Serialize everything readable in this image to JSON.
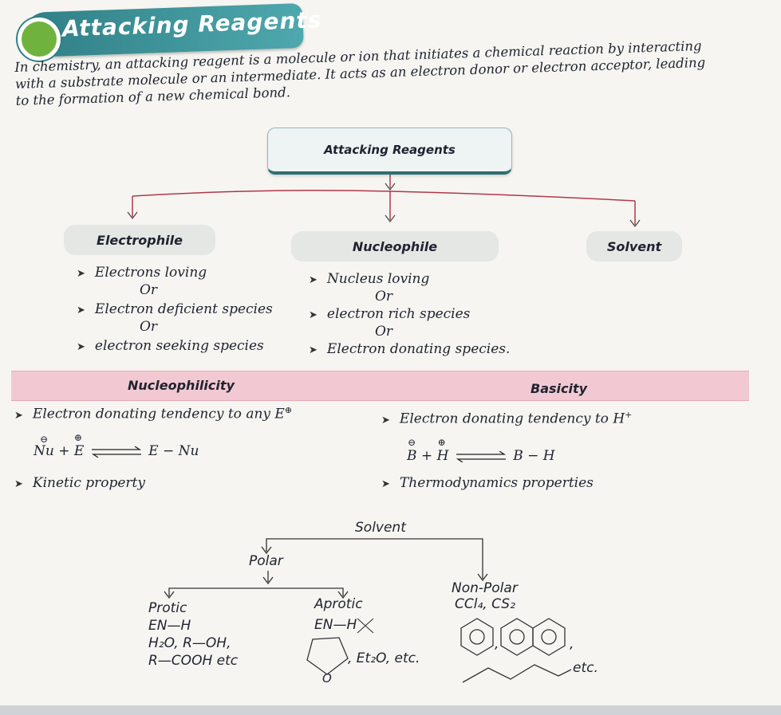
{
  "header": {
    "title": "Attacking Reagents"
  },
  "intro": {
    "line1": "In chemistry, an attacking reagent is a molecule or ion that initiates a chemical reaction by interacting",
    "line2": "with a substrate molecule or an intermediate. It acts as an electron donor or electron acceptor, leading",
    "line3": "to the formation of a new chemical bond."
  },
  "tree": {
    "root": "Attacking Reagents",
    "branches": [
      {
        "label": "Electrophile",
        "items": [
          "Electrons loving",
          "Electron deficient species",
          "electron seeking species"
        ],
        "separators": [
          "Or",
          "Or"
        ]
      },
      {
        "label": "Nucleophile",
        "items": [
          "Nucleus loving",
          "electron rich species",
          "Electron donating species."
        ],
        "separators": [
          "Or",
          "Or"
        ]
      },
      {
        "label": "Solvent"
      }
    ]
  },
  "comparison": {
    "left": {
      "title": "Nucleophilicity",
      "definition": "Electron donating tendency to any E",
      "def_charge": "⊕",
      "eq_reactant1": "Nu",
      "eq_reactant1_charge": "⊖",
      "eq_plus": "+",
      "eq_reactant2": "E",
      "eq_reactant2_charge": "⊕",
      "eq_product": "E − Nu",
      "property": "Kinetic property"
    },
    "right": {
      "title": "Basicity",
      "definition": "Electron donating tendency to H",
      "def_charge": "+",
      "eq_reactant1": "B",
      "eq_reactant1_charge": "⊖",
      "eq_plus": "+",
      "eq_reactant2": "H",
      "eq_reactant2_charge": "⊕",
      "eq_product": "B − H",
      "property": "Thermodynamics properties"
    }
  },
  "solvent_diagram": {
    "root": "Solvent",
    "polar": "Polar",
    "protic": {
      "title": "Protic",
      "lines": [
        "EN—H",
        "H₂O, R—OH,",
        "R—COOH etc"
      ]
    },
    "aprotic": {
      "title": "Aprotic",
      "line1": "EN—",
      "crossed": "H",
      "ring_atom": "O",
      "examples": ", Et₂O, etc."
    },
    "nonpolar": {
      "title": "Non-Polar",
      "examples": "CCl₄, CS₂",
      "comma1": ",",
      "comma2": ",",
      "etc": "etc."
    }
  },
  "colors": {
    "accent": "#2f7f86",
    "band": "#f2c9d2",
    "tree_line": "#b0384a",
    "ink": "#1f2330"
  }
}
